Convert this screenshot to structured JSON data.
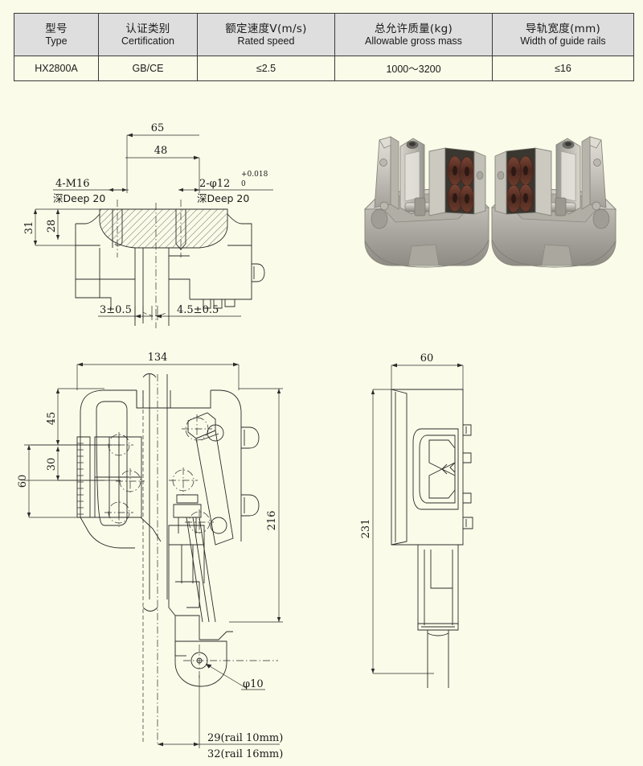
{
  "spec_table": {
    "columns": [
      {
        "cn": "型号",
        "en": "Type"
      },
      {
        "cn": "认证类别",
        "en": "Certification"
      },
      {
        "cn": "额定速度V(m/s)",
        "en": "Rated speed"
      },
      {
        "cn": "总允许质量(kg)",
        "en": "Allowable gross mass"
      },
      {
        "cn": "导轨宽度(mm)",
        "en": "Width of guide rails"
      }
    ],
    "rows": [
      {
        "type": "HX2800A",
        "certification": "GB/CE",
        "rated_speed": "≤2.5",
        "allowable_gross_mass": "1000～3200",
        "width_of_guide_rails": "≤16"
      }
    ]
  },
  "drawings": {
    "top_view": {
      "name": "top-section-view",
      "dimensions": {
        "d_65": "65",
        "d_48": "48",
        "d_31": "31",
        "d_28": "28",
        "d_3": "3±0.5",
        "d_45": "4.5±0.5"
      },
      "callouts": {
        "left_thread": "4-M16",
        "left_depth": "深Deep 20",
        "right_hole": "2-φ12",
        "right_tol_upper": "+0.018",
        "right_tol_lower": "0",
        "right_depth": "深Deep 20"
      }
    },
    "front_view": {
      "name": "front-elevation-view",
      "dimensions": {
        "d_134": "134",
        "d_45": "45",
        "d_30": "30",
        "d_60": "60",
        "d_216": "216"
      },
      "callouts": {
        "pin_hole": "φ10",
        "rail_10": "29(rail 10mm)",
        "rail_16": "32(rail 16mm)"
      }
    },
    "side_view": {
      "name": "side-elevation-view",
      "dimensions": {
        "d_60": "60",
        "d_231": "231"
      }
    }
  },
  "colors": {
    "page_background": "#fbfbe9",
    "table_header_background": "#dedede",
    "line": "#2b2b2b",
    "border": "#3a3a3a",
    "metal_light": "#d8d6ce",
    "metal_mid": "#b5b3aa",
    "metal_dark": "#8e8c85",
    "roller_brown": "#5a3228"
  }
}
